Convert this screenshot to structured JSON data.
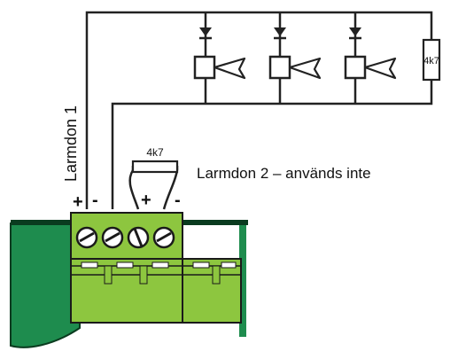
{
  "labels": {
    "larmdon1": "Larmdon 1",
    "larmdon2": "Larmdon 2 – används inte",
    "resistor_main": "4k7",
    "resistor_bridge": "4k7",
    "terminal1_plus": "+",
    "terminal1_minus": "-",
    "terminal2_plus": "+",
    "terminal2_minus": "-"
  },
  "sirens": [
    "siren-1",
    "siren-2",
    "siren-3"
  ],
  "colors": {
    "wire": "#222222",
    "terminal_green": "#8dc63f",
    "board_green": "#1e8c4e",
    "board_edge": "#0a3b1f",
    "screw_fill": "#ffffff"
  }
}
